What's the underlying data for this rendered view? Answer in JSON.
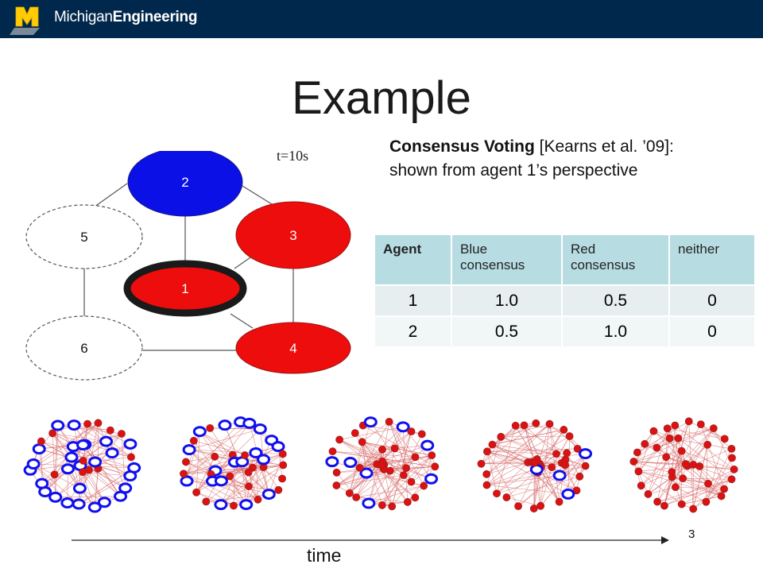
{
  "header": {
    "logo_part1": "Michigan",
    "logo_part2": "Engineering",
    "logo_letter": "M",
    "bg_color": "#00274c"
  },
  "title": "Example",
  "time_label_top": "t=10s",
  "caption": {
    "bold": "Consensus Voting",
    "rest": " [Kearns et al. ’09]:",
    "line2": "shown from agent 1’s perspective"
  },
  "graph": {
    "nodes": [
      {
        "id": "2",
        "label": "2",
        "color": "#0a10e6"
      },
      {
        "id": "3",
        "label": "3",
        "color": "#ee0d0d"
      },
      {
        "id": "5",
        "label": "5",
        "color": "#ffffff"
      },
      {
        "id": "1",
        "label": "1",
        "color": "#ee0d0d"
      },
      {
        "id": "6",
        "label": "6",
        "color": "#ffffff"
      },
      {
        "id": "4",
        "label": "4",
        "color": "#ee0d0d"
      }
    ],
    "edges": [
      [
        "2",
        "5"
      ],
      [
        "2",
        "3"
      ],
      [
        "2",
        "1"
      ],
      [
        "3",
        "1"
      ],
      [
        "3",
        "4"
      ],
      [
        "1",
        "4"
      ],
      [
        "5",
        "6"
      ],
      [
        "6",
        "4"
      ]
    ]
  },
  "table": {
    "headers": [
      "Agent",
      "Blue consensus",
      "Red consensus",
      "neither"
    ],
    "rows": [
      [
        "1",
        "1.0",
        "0.5",
        "0"
      ],
      [
        "2",
        "0.5",
        "1.0",
        "0"
      ]
    ]
  },
  "time_label": "time",
  "page_number": "3",
  "colors": {
    "blue": "#1010ee",
    "red": "#dd1111",
    "edge": "#d87070"
  }
}
